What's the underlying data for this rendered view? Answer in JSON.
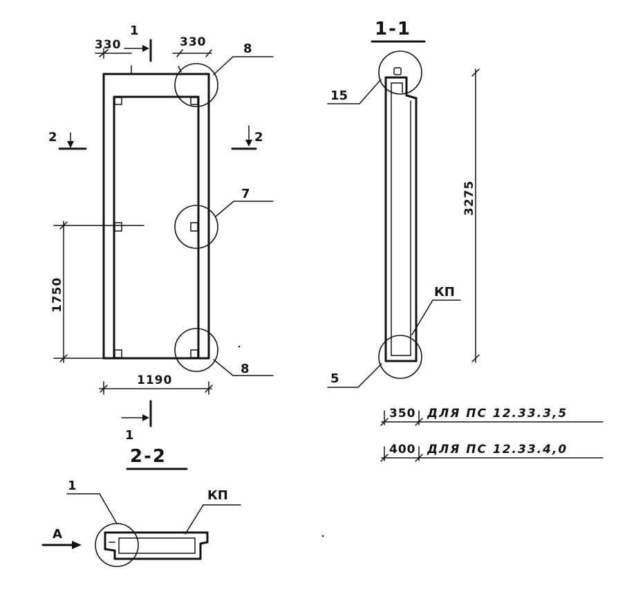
{
  "section_1_1": {
    "title": "1-1"
  },
  "section_2_2": {
    "title": "2-2"
  },
  "cut_marks": {
    "cut1_top": "1",
    "cut1_bottom": "1",
    "cut2_left": "2",
    "cut2_right": "2"
  },
  "dimensions": {
    "top_left_offset": "330",
    "top_right_offset": "330",
    "width": "1190",
    "door_height": "1750",
    "total_height": "3275",
    "depth_a": "350",
    "depth_b": "400"
  },
  "callouts": {
    "node_top": "8",
    "node_mid": "7",
    "node_bottom": "8",
    "node_15": "15",
    "node_5": "5",
    "kp_section": "КП",
    "kp_plan": "КП",
    "plan_1": "1"
  },
  "view_label": "А",
  "notes": {
    "depth_a_note": "ДЛЯ ПС 12.33.3,5",
    "depth_b_note": "ДЛЯ ПС 12.33.4,0"
  }
}
